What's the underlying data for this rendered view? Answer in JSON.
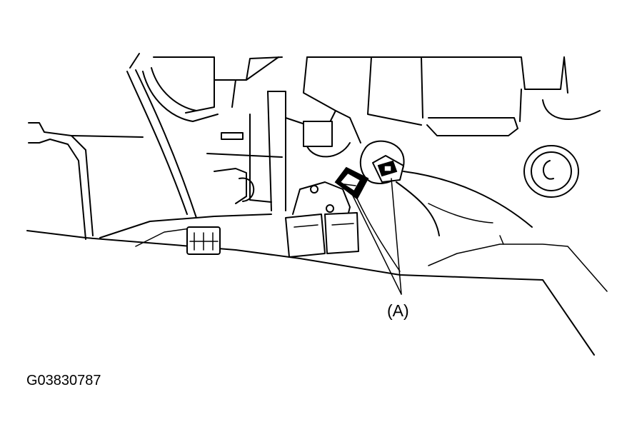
{
  "figure": {
    "callout_label": "(A)",
    "figure_id": "G03830787"
  },
  "parts": [
    {
      "name": "connector-a-left",
      "callout": "(A)"
    },
    {
      "name": "connector-a-right",
      "callout": "(A)"
    }
  ]
}
